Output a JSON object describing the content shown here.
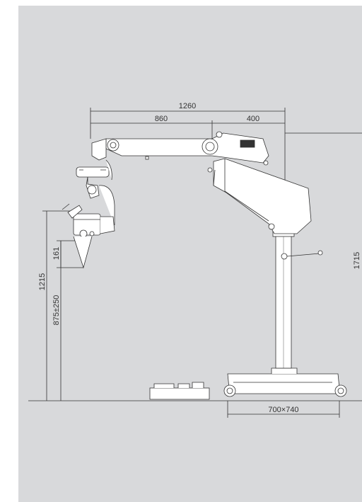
{
  "drawing": {
    "dimensions": {
      "overall_reach": "1260",
      "arm_length": "860",
      "head_offset": "400",
      "max_height": "1715",
      "eyepiece_height": "1215",
      "working_distance_range": "875±250",
      "optics_depth": "161",
      "base_size": "700×740"
    }
  },
  "colors": {
    "background": "#d8d9db",
    "line": "#333333",
    "body_fill": "#ffffff"
  }
}
